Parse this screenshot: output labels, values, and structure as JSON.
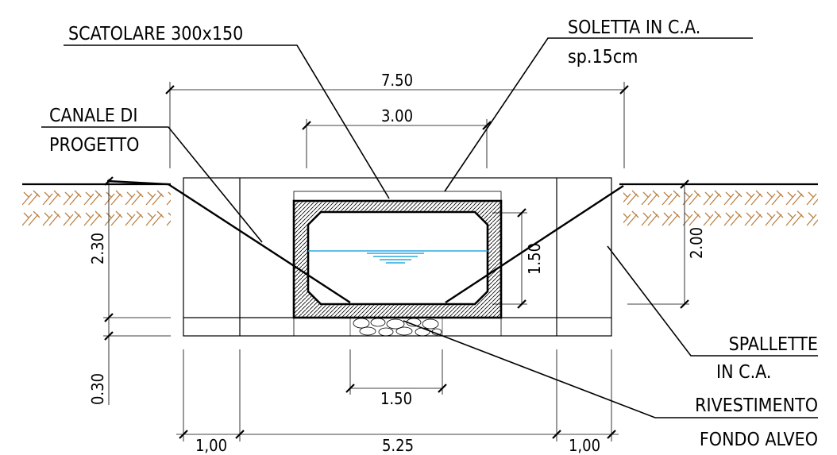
{
  "labels": {
    "box_culvert": "SCATOLARE 300x150",
    "slab_line1": "SOLETTA IN C.A.",
    "slab_line2": "sp.15cm",
    "channel_line1": "CANALE DI",
    "channel_line2": "PROGETTO",
    "walls_line1": "SPALLETTE",
    "walls_line2": "IN C.A.",
    "bed_line1": "RIVESTIMENTO",
    "bed_line2": "FONDO ALVEO"
  },
  "dimensions": {
    "total_width": "7.50",
    "culvert_width": "3.00",
    "left_height": "2.30",
    "base_thickness": "0.30",
    "culvert_height": "1.50",
    "right_height": "2.00",
    "bed_width": "1.50",
    "left_wall": "1,00",
    "middle_width": "5.25",
    "right_wall": "1,00"
  }
}
